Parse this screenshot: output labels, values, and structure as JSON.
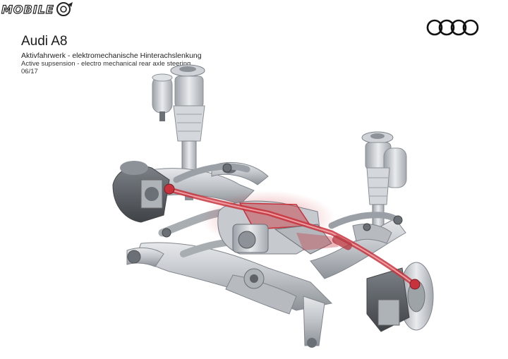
{
  "watermark": {
    "text": "MOBILE"
  },
  "brand": {
    "logo": "audi-four-rings-icon",
    "color": "#111111"
  },
  "header": {
    "model": "Audi A8",
    "subtitle_de": "Aktivfahrwerk - elektromechanische Hinterachslenkung",
    "subtitle_en": "Active supsension - electro mechanical rear axle steering",
    "date": "06/17"
  },
  "colors": {
    "highlight": "#c8323c",
    "metal": "#c9ccd0",
    "dark_metal": "#6e7278"
  }
}
